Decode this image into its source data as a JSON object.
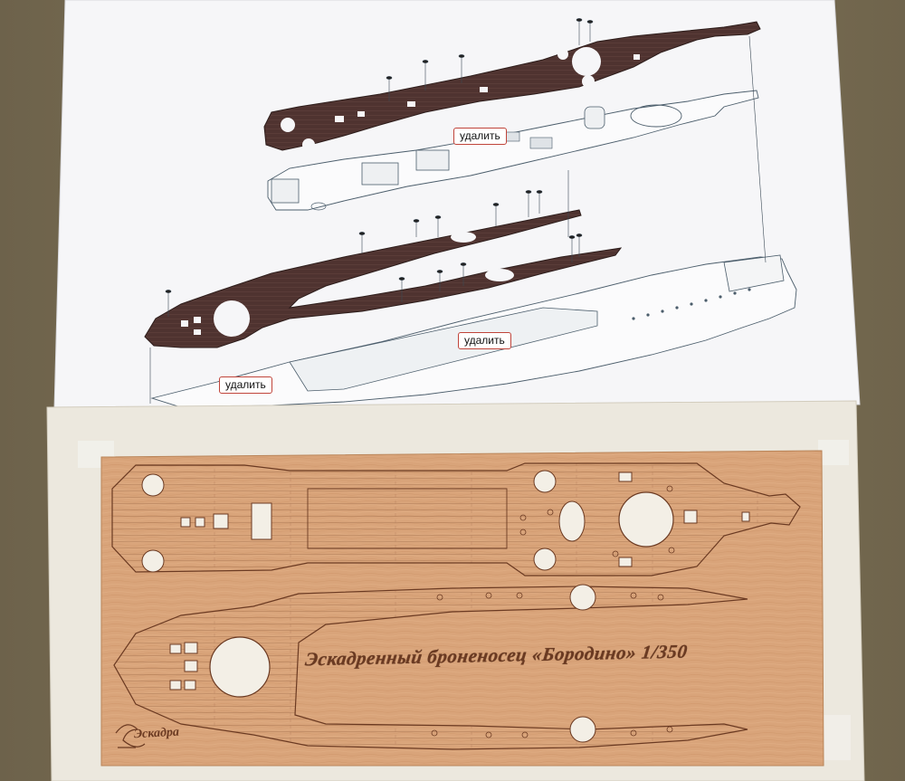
{
  "photo": {
    "subject": "instruction-sheet-and-wooden-deck-sheet",
    "colors": {
      "table": "#7a6e55",
      "paper": "#f6f6f8",
      "card": "#ece8de",
      "wood": "#d9a47a",
      "engraving": "#6b3a22",
      "dark_deck": "#4f3330",
      "label_border": "#c0443a"
    }
  },
  "instruction_sheet": {
    "callouts": [
      {
        "id": "callout-1",
        "text": "удалить"
      },
      {
        "id": "callout-2",
        "text": "удалить"
      },
      {
        "id": "callout-3",
        "text": "удалить"
      }
    ]
  },
  "wood_sheet": {
    "title": "Эскадренный броненосец «Бородино» 1/350",
    "logo": "Эскадра"
  }
}
